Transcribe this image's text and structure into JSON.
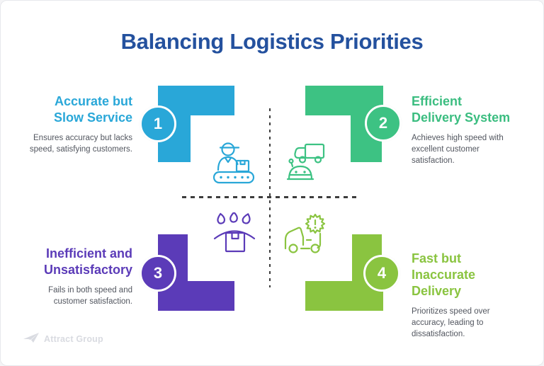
{
  "header": {
    "title": "Balancing Logistics Priorities",
    "title_color": "#24519E"
  },
  "quadrants": [
    {
      "number": "1",
      "title": "Accurate but Slow Service",
      "title_lines": [
        "Accurate but",
        "Slow Service"
      ],
      "description": "Ensures accuracy but lacks speed, satisfying customers.",
      "description_lines": [
        "Ensures accuracy but lacks",
        "speed, satisfying customers."
      ],
      "color": "#29A7D8",
      "icon": "worker-conveyor-icon"
    },
    {
      "number": "2",
      "title": "Efficient Delivery System",
      "title_lines": [
        "Efficient",
        "Delivery System"
      ],
      "description": "Achieves high speed with excellent customer satisfaction.",
      "description_lines": [
        "Achieves high speed with",
        "excellent customer",
        "satisfaction."
      ],
      "color": "#3DC283",
      "icon": "robot-delivery-truck-icon"
    },
    {
      "number": "3",
      "title": "Inefficient and Unsatisfactory",
      "title_lines": [
        "Inefficient and",
        "Unsatisfactory"
      ],
      "description": "Fails in both speed and customer satisfaction.",
      "description_lines": [
        "Fails in both speed and",
        "customer satisfaction."
      ],
      "color": "#5B3BB8",
      "icon": "crying-package-icon"
    },
    {
      "number": "4",
      "title": "Fast but Inaccurate Delivery",
      "title_lines": [
        "Fast but",
        "Inaccurate",
        "Delivery"
      ],
      "description": "Prioritizes speed over accuracy, leading to dissatisfaction.",
      "description_lines": [
        "Prioritizes speed over",
        "accuracy, leading to",
        "dissatisfaction."
      ],
      "color": "#8AC440",
      "icon": "speeding-truck-alert-icon"
    }
  ],
  "divider": {
    "style": "dashed",
    "color": "#3D3D3D"
  },
  "footer": {
    "logo_text": "Attract Group",
    "color": "#D9DBE1"
  },
  "body_text_color": "#52565F"
}
